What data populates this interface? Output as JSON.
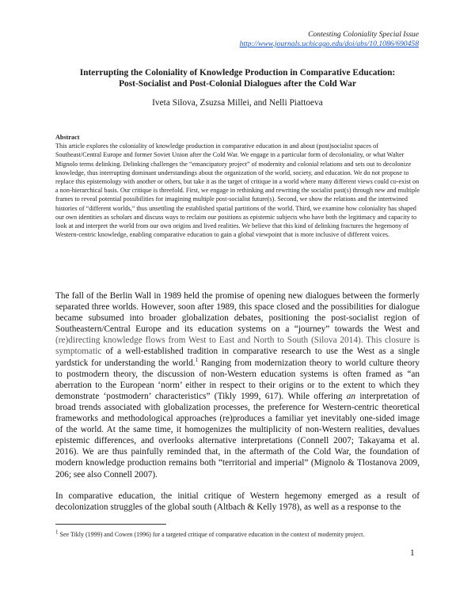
{
  "header": {
    "series": "Contesting Coloniality Special Issue",
    "url": "http://www.journals.uchicago.edu/doi/abs/10.1086/690458"
  },
  "title": {
    "line1": "Interrupting the Coloniality of Knowledge Production in Comparative Education:",
    "line2": "Post-Socialist and Post-Colonial Dialogues after the Cold War"
  },
  "authors": "Iveta Silova, Zsuzsa Millei, and Nelli Piattoeva",
  "abstract": {
    "heading": "Abstract",
    "text": "This article explores the coloniality of knowledge production in comparative education in and about (post)socialist spaces of Southeast/Central Europe and former Soviet Union after the Cold War. We engage in a particular form of decoloniality, or what Walter Mignolo terms delinking. Delinking challenges the “emancipatory project” of modernity and colonial relations and sets out to decolonize knowledge, thus interrupting dominant understandings about the organization of the world, society, and education. We do not propose to replace this epistemology with another or others, but take it as the target of critique in a world where many different views could co-exist on a non-hierarchical basis. Our critique is threefold. First, we engage in rethinking and rewriting the socialist past(s) through new and multiple frames to reveal potential possibilities for imagining multiple post-socialist future(s). Second, we show the relations and the intertwined histories of “different worlds,” thus unsettling the established spatial partitions of the world. Third, we examine how coloniality has shaped our own identities as scholars and discuss ways to reclaim our positions as epistemic subjects who have both the legitimacy and capacity to look at and interpret the world from our own origins and lived realities.  We believe that this kind of delinking fractures the hegemony of Western-centric knowledge, enabling comparative education to gain a global viewpoint that is more inclusive of different voices."
  },
  "body": {
    "p1": {
      "a": "The fall of the Berlin Wall in 1989 held the promise of opening new dialogues between the formerly separated three worlds. However, soon after 1989, this space closed and the possibilities for dialogue became subsumed into broader globalization debates, positioning the post-socialist region of Southeastern/Central Europe and its education systems on a “journey” towards the West and ",
      "b": "(re)directing knowledge flows from West to East and North to South (Silova 2014). This closure is symptomatic",
      "c": " of a well-established tradition in comparative research to use the West as a single yardstick for understanding the world.",
      "footnote_ref": "1",
      "d": " Ranging from modernization theory to world culture theory to postmodern theory, the discussion of non-Western education systems is often framed as “an aberration to the European ‘norm’ either in respect to their origins or to the extent to which they demonstrate ‘postmodern’ characteristics” (Tikly 1999, 617).  While offering ",
      "em": "an",
      "e": " interpretation of broad trends associated with globalization processes, the preference for Western-centric theoretical frameworks and methodological approaches (re)produces a familiar yet inevitably one-sided image of the world. At the same time, it homogenizes the multiplicity of non-Western realities, devalues epistemic differences, and overlooks alternative interpretations (Connell 2007; Takayama et al. 2016). We are thus painfully reminded that, in the aftermath of the Cold War, the foundation of modern knowledge production remains both “territorial and imperial” (Mignolo & Tlostanova 2009, 206; see also Connell 2007)."
    },
    "p2": "In comparative education, the initial critique of Western hegemony emerged as a result of decolonization struggles of the global south (Altbach & Kelly 1978), as well as a response to the"
  },
  "footnote": {
    "marker": "1",
    "text": " See Tikly (1999) and Cowen (1996) for a targeted critique of comparative education in the context of modernity project."
  },
  "page_number": "1"
}
